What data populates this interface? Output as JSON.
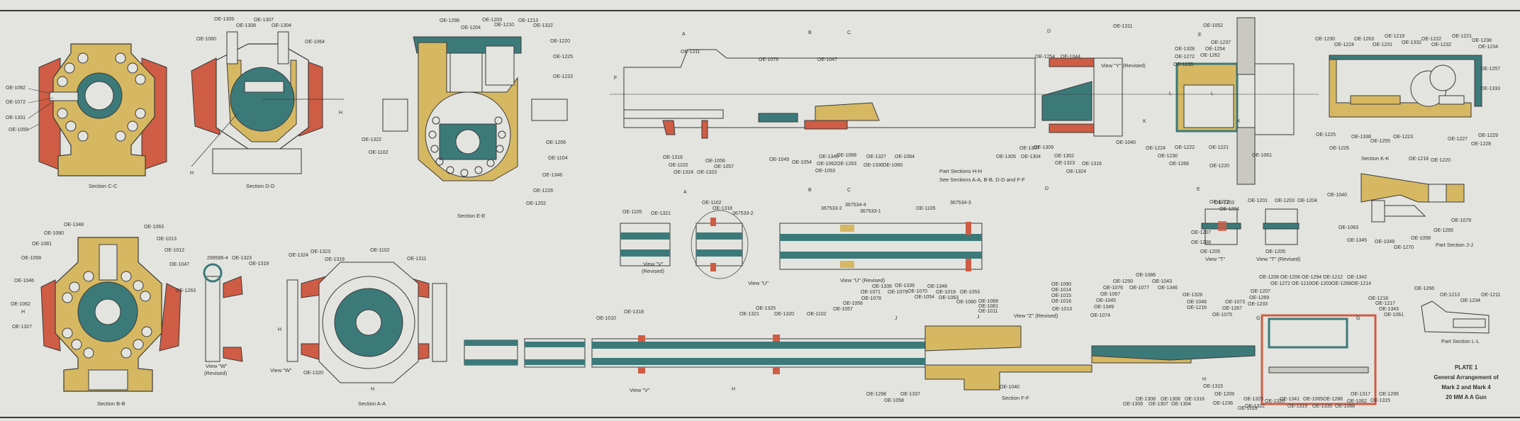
{
  "plate": {
    "number": "PLATE 1",
    "title_line1": "General Arrangement of",
    "title_line2": "Mark 2  and  Mark 4",
    "title_line3": "20 MM  A A Gun"
  },
  "colors": {
    "paper": "#e3e4df",
    "yellow": "#d6b862",
    "teal": "#3c7a7a",
    "red": "#cf5c44",
    "line": "#3a3a3a"
  },
  "sections": {
    "cc": {
      "caption": "Section C-C",
      "labels": [
        "OE-1092",
        "OE-1072",
        "OE-1331",
        "OE-1059"
      ]
    },
    "dd": {
      "caption": "Section D-D",
      "labels": [
        "OE-1309",
        "OE-1308",
        "OE-1307",
        "OE-1304",
        "OE-1060",
        "OE-1064",
        "H",
        "H"
      ]
    },
    "ee": {
      "caption": "Section E-E",
      "labels": [
        "OE-1298",
        "OE-1204",
        "OE-1203",
        "OE-1210",
        "OE-1213",
        "OE-1322",
        "OE-1220",
        "OE-1225",
        "OE-1223",
        "OE-1322",
        "OE-1102",
        "OE-1206",
        "OE-1104",
        "OE-1348",
        "OE-1228",
        "OE-1202"
      ]
    },
    "hh": {
      "caption_line1": "Part Sections H-H",
      "caption_line2": "See Sections A-A, B-B, D-D  and F-F",
      "labels": [
        "OE-1311",
        "OE-1076",
        "OE-1047",
        "OE-1316",
        "OE-1102",
        "OE-1324",
        "OE-1323",
        "OE-1056",
        "OE-1057",
        "OE-1049",
        "OE-1054",
        "OE-1340",
        "OE-1062",
        "OE-1053",
        "OE-1068",
        "OE-1263",
        "OE-1330",
        "OE-1327",
        "OE-1060",
        "OE-1064",
        "A",
        "A",
        "B",
        "B",
        "C",
        "C",
        "F"
      ]
    },
    "view_y": {
      "caption": "View \"Y\" (Revised)",
      "labels": [
        "OE-1311",
        "OE-1254",
        "OE-1044",
        "OE-1305",
        "OE-1307",
        "OE-1304",
        "OE-1309",
        "OE-1302",
        "OE-1323",
        "OE-1324",
        "OE-1316",
        "OE-1040",
        "D",
        "D"
      ]
    },
    "receiver": {
      "labels": [
        "OE-1052",
        "OE-1237",
        "OE-1328",
        "OE-1272",
        "OE-1235",
        "OE-1254",
        "OE-1262",
        "OE-1224",
        "OE-1230",
        "OE-1222",
        "OE-1266",
        "OE-1221",
        "OE-1220",
        "OE-1061",
        "E",
        "E",
        "K",
        "K",
        "L",
        "L"
      ]
    },
    "kk": {
      "caption": "Section K-K",
      "labels": [
        "OE-1230",
        "OE-1224",
        "OE-1263",
        "OE-1231",
        "OE-1219",
        "OE-1332",
        "OE-1222",
        "OE-1232",
        "OE-1221",
        "OE-1238",
        "OE-1234",
        "OE-1257",
        "OE-1333",
        "OE-1225",
        "OE-1226",
        "OE-1338",
        "OE-1255",
        "OE-1223",
        "OE-1218",
        "OE-1220",
        "OE-1227",
        "OE-1228",
        "OE-1229"
      ]
    },
    "view_t": {
      "caption": "View \"T\"",
      "labels": [
        "OE-1272",
        "OE-1203",
        "OE-1204",
        "OE-1207",
        "OE-1208",
        "OE-1205"
      ]
    },
    "view_t_rev": {
      "caption": "View \"T\" (Revised)",
      "labels": [
        "OE-1201",
        "OE-1203",
        "OE-1204",
        "OE-1205"
      ]
    },
    "jj": {
      "caption": "Part Section J-J",
      "labels": [
        "OE-1040",
        "OE-1063",
        "OE-1345",
        "OE-1049",
        "OE-1270",
        "OE-1058",
        "OE-1265",
        "OE-1079"
      ]
    },
    "bb": {
      "caption": "Section B-B",
      "labels": [
        "OE-1348",
        "OE-1080",
        "OE-1081",
        "OE-1058",
        "OE-1046",
        "OE-1063",
        "OE-1013",
        "OE-1012",
        "OE-1047",
        "OE-1263",
        "OE-1062",
        "OE-1327",
        "H"
      ]
    },
    "aa": {
      "caption": "Section A-A",
      "labels": [
        "OE-1324",
        "OE-1323",
        "OE-1319",
        "OE-1102",
        "OE-1311",
        "OE-1320",
        "H",
        "H"
      ]
    },
    "view_w_rev": {
      "caption_line1": "View \"W\"",
      "caption_line2": "(Revised)",
      "labels": [
        "299586-4",
        "OE-1323",
        "OE-1319"
      ]
    },
    "view_w": {
      "caption": "View \"W\""
    },
    "view_v_rev": {
      "caption_line1": "View \"V\"",
      "caption_line2": "(Revised)",
      "labels": [
        "OE-1105",
        "OE-1321"
      ]
    },
    "view_u": {
      "caption": "View \"U\"",
      "labels": [
        "OE-1102",
        "OE-1318",
        "367533-2"
      ]
    },
    "view_u_rev": {
      "caption": "View \"U\" (Revised)",
      "labels": [
        "367533-2",
        "367534-4",
        "367533-1",
        "OE-1105",
        "367534-3"
      ]
    },
    "ff": {
      "caption": "Section F-F",
      "labels": [
        "OE-1010",
        "OE-1318",
        "OE-1321",
        "OE-1325",
        "OE-1320",
        "OE-1102",
        "OE-1057",
        "OE-1056",
        "OE-1071",
        "OE-1078",
        "OE-1336",
        "OE-1339",
        "OE-1079",
        "OE-1070",
        "OE-1054",
        "OE-1348",
        "OE-1019",
        "OE-1063",
        "OE-1053",
        "OE-1080",
        "OE-1068",
        "OE-1081",
        "OE-1011",
        "OE-1298",
        "OE-1058",
        "OE-1337",
        "OE-1040",
        "J",
        "J",
        "H"
      ]
    },
    "view_v": {
      "caption": "View \"V\""
    },
    "view_z": {
      "caption": "View \"Z\" (Revised)",
      "labels": [
        "OE-1090",
        "OE-1014",
        "OE-1015",
        "OE-1016",
        "OE-1013"
      ]
    },
    "rear": {
      "labels": [
        "OE-1086",
        "OE-1250",
        "OE-1043",
        "OE-1076",
        "OE-1077",
        "OE-1346",
        "OE-1067",
        "OE-1045",
        "OE-1349",
        "OE-1074",
        "OE-1328",
        "OE-1046",
        "OE-1216",
        "OE-1073",
        "OE-1267",
        "OE-1075",
        "OE-1208",
        "OE-1206",
        "OE-1294",
        "OE-1212",
        "OE-1342",
        "OE-1272",
        "OE-1210",
        "OE-1203",
        "OE-1268",
        "OE-1214",
        "OE-1207",
        "OE-1269",
        "OE-1233",
        "OE-1309",
        "OE-1308",
        "OE-1307",
        "OE-1306",
        "OE-1304",
        "OE-1316",
        "OE-1315",
        "OE-1209",
        "OE-1236",
        "OE-1163",
        "OE-1329",
        "OE-1322",
        "OE-1326",
        "OE-1341",
        "OE-1319",
        "OE-1065",
        "OE-1335",
        "OE-1286",
        "OE-1068",
        "OE-1317",
        "OE-1062",
        "OE-1218",
        "OE-1217",
        "OE-1343",
        "OE-1061",
        "OE-1315",
        "OE-1295",
        "G",
        "G",
        "H"
      ]
    },
    "ll": {
      "caption": "Part Section L-L",
      "labels": [
        "OE-1266",
        "OE-1213",
        "OE-1234",
        "OE-1211"
      ]
    }
  }
}
